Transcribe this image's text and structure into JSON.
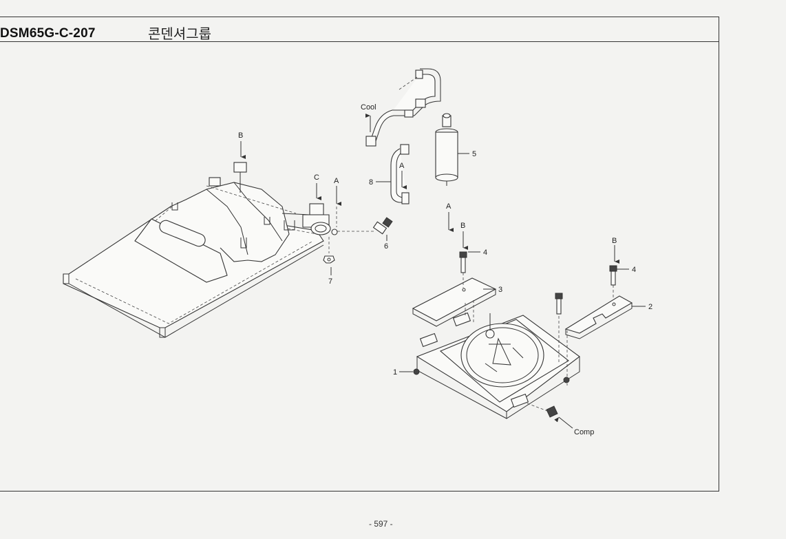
{
  "header": {
    "code": "DSM65G-C-207",
    "group_name": "콘덴셔그룹"
  },
  "diagram": {
    "reference_labels": {
      "b_left": "B",
      "c": "C",
      "a_left": "A",
      "a_middle": "A",
      "a_lower": "A",
      "b_mid": "B",
      "b_right": "B",
      "cool": "Cool",
      "comp": "Comp"
    },
    "callouts": {
      "p1": "1",
      "p2": "2",
      "p3": "3",
      "p4_mid": "4",
      "p4_right": "4",
      "p5": "5",
      "p6": "6",
      "p7": "7",
      "p8": "8"
    }
  },
  "footer": {
    "page_number": "- 597 -"
  }
}
